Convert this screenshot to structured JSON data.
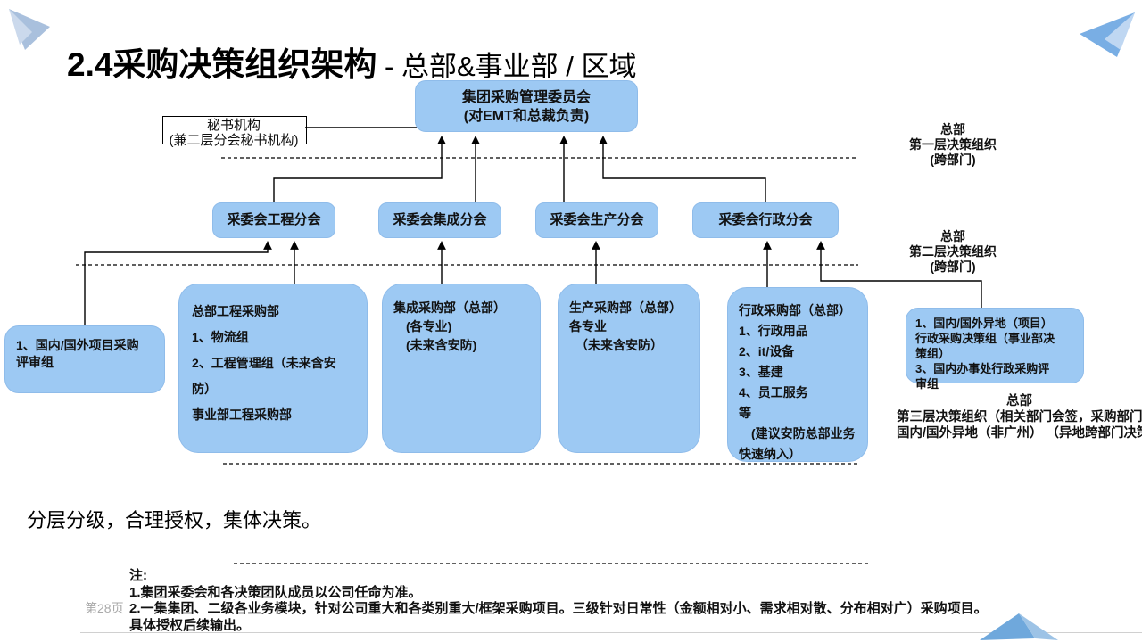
{
  "colors": {
    "box_blue": "#9DC9F3",
    "accent_blue": "#5B9BD5"
  },
  "title": {
    "main": "2.4采购决策组织架构",
    "sub": " - 总部&事业部 / 区域"
  },
  "top_box": {
    "lines": [
      "集团采购管理委员会",
      "(对EMT和总裁负责)"
    ]
  },
  "secretary_box": {
    "lines": [
      "秘书机构",
      "(兼二层分会秘书机构)"
    ]
  },
  "level_labels": {
    "level1": {
      "lines": [
        "总部",
        "第一层决策组织",
        "(跨部门)"
      ]
    },
    "level2": {
      "lines": [
        "总部",
        "第二层决策组织",
        "(跨部门)"
      ]
    },
    "level3": {
      "title": "总部",
      "lines": [
        "第三层决策组织（相关部门会签，采购部门决",
        "国内/国外异地（非广州） （异地跨部门决策"
      ]
    }
  },
  "committees": [
    "采委会工程分会",
    "采委会集成分会",
    "采委会生产分会",
    "采委会行政分会"
  ],
  "departments": {
    "project_review": {
      "lines": [
        "1、国内/国外项目采购",
        "评审组"
      ]
    },
    "engineering": {
      "lines": [
        "总部工程采购部",
        "1、物流组",
        "2、工程管理组（未来含安",
        "防）",
        "事业部工程采购部"
      ]
    },
    "integration": {
      "lines": [
        "集成采购部（总部）",
        "　(各专业)",
        "　(未来含安防)"
      ]
    },
    "production": {
      "lines": [
        "生产采购部（总部）",
        "各专业",
        "　（未来含安防）"
      ]
    },
    "admin": {
      "lines": [
        "行政采购部（总部）",
        "1、行政用品",
        "2、it/设备",
        "3、基建",
        "4、员工服务",
        "等",
        "　(建议安防总部业务",
        "快速纳入）"
      ]
    },
    "admin_regional": {
      "lines": [
        "1、国内/国外异地（项目）",
        "行政采购决策组（事业部决",
        "策组）",
        "3、国内办事处行政采购评",
        "审组"
      ]
    }
  },
  "slogan": "分层分级，合理授权，集体决策。",
  "notes": {
    "lines": [
      "注:",
      "1.集团采委会和各决策团队成员以公司任命为准。",
      "2.一集集团、二级各业务模块，针对公司重大和各类别重大/框架采购项目。三级针对日常性（金额相对小、需求相对散、分布相对广）采购项目。",
      "具体授权后续输出。"
    ]
  },
  "page_number": "第28页"
}
